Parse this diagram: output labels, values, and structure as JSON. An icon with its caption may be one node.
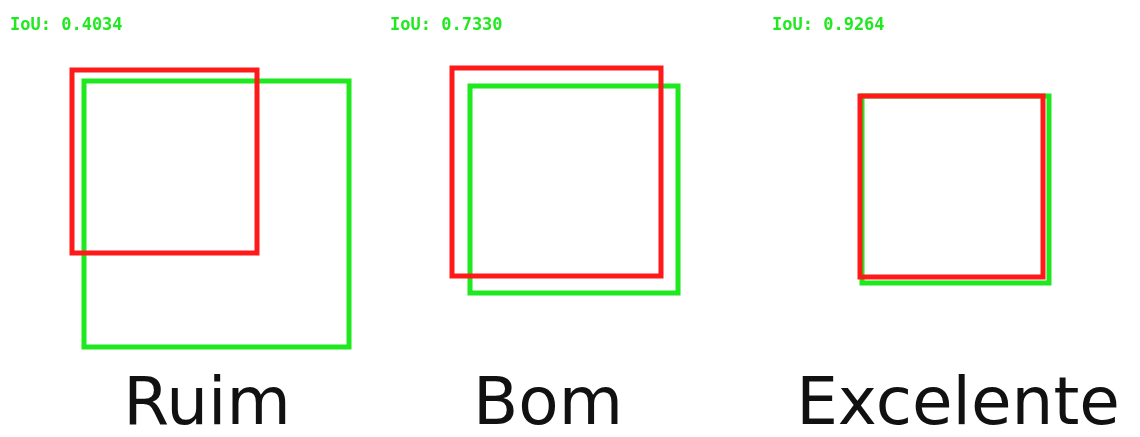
{
  "diagram": {
    "labels": [
      "IoU: 0.4034",
      "IoU: 0.7330",
      "IoU: 0.9264",
      "Ruim",
      "Bom",
      "Excelente"
    ]
  }
}
